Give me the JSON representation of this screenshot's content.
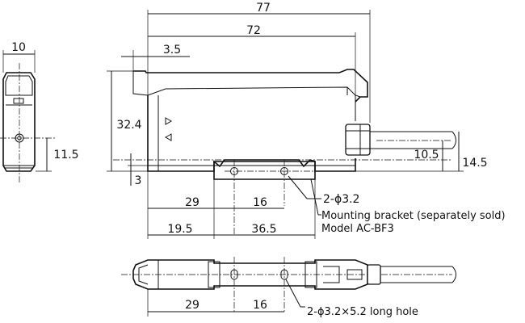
{
  "dimensions": {
    "overall_length": "77",
    "body_length": "72",
    "tip_offset": "3.5",
    "side_width": "10",
    "body_height": "32.4",
    "side_center_height": "11.5",
    "bracket_thickness": "3",
    "cable_height_a": "10.5",
    "cable_height_b": "14.5",
    "hole_pos_from_end": "29",
    "hole_pitch": "16",
    "bracket_offset": "19.5",
    "bracket_length": "36.5",
    "bottom_hole_pos": "29",
    "bottom_hole_pitch": "16"
  },
  "notes": {
    "hole_callout": "2-ϕ3.2",
    "bracket_line1": "Mounting bracket (separately sold)",
    "bracket_line2": "Model AC-BF3",
    "long_hole_callout": "2-ϕ3.2×5.2 long hole"
  },
  "indicators": {
    "arrow_upper": "▷",
    "arrow_lower": "◁"
  }
}
